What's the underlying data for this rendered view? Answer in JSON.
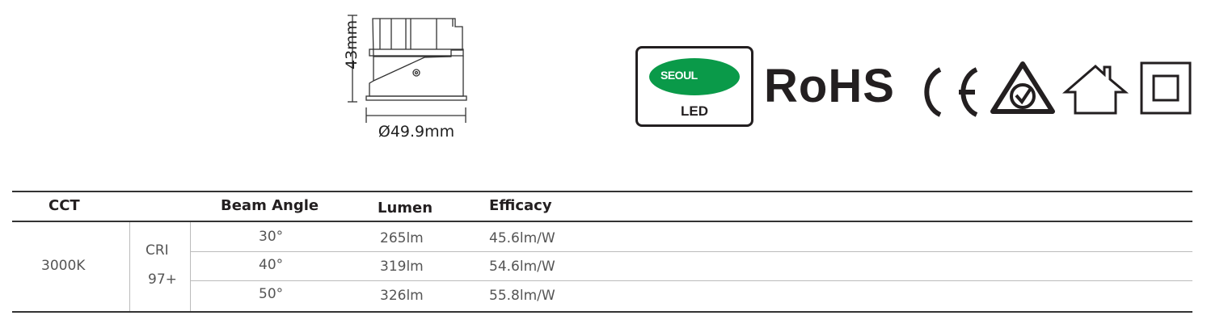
{
  "dimensions": {
    "height": "43mm",
    "diameter": "Ø49.9mm"
  },
  "certifications": {
    "seoul_logo": "SEOUL",
    "seoul_sub": "LED",
    "rohs": "RoHS",
    "icons": [
      "ce-mark-icon",
      "rcm-icon",
      "indoor-use-icon",
      "class-ii-icon"
    ]
  },
  "table": {
    "headers": {
      "cct": "CCT",
      "beam_angle": "Beam Angle",
      "lumen": "Lumen",
      "efficacy": "Efficacy"
    },
    "cct": "3000K",
    "cri_label": "CRI",
    "cri_value": "97+",
    "rows": [
      {
        "beam": "30°",
        "lumen": "265lm",
        "efficacy": "45.6lm/W"
      },
      {
        "beam": "40°",
        "lumen": "319lm",
        "efficacy": "54.6lm/W"
      },
      {
        "beam": "50°",
        "lumen": "326lm",
        "efficacy": "55.8lm/W"
      }
    ]
  }
}
